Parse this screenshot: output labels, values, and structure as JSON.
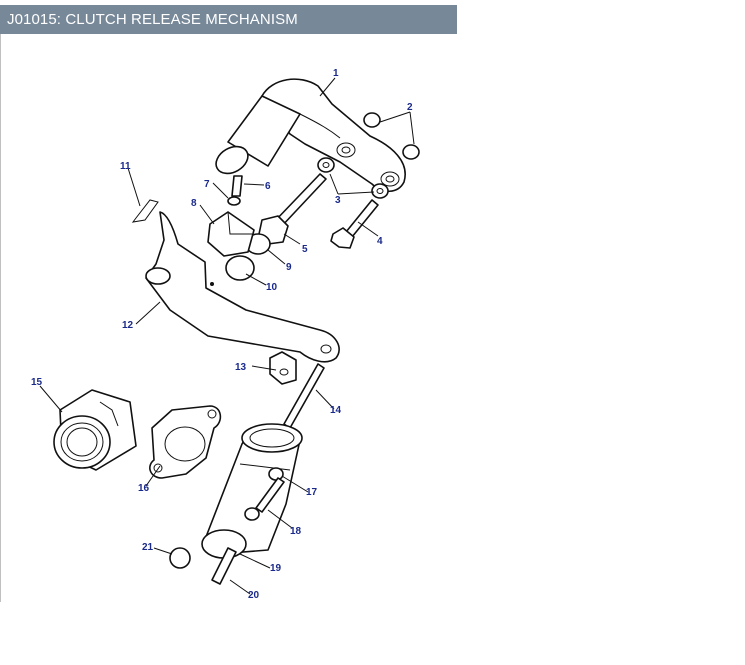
{
  "header": {
    "title": "J01015: CLUTCH RELEASE MECHANISM"
  },
  "callouts": {
    "c1": "1",
    "c2": "2",
    "c3": "3",
    "c4": "4",
    "c5": "5",
    "c6": "6",
    "c7": "7",
    "c8": "8",
    "c9": "9",
    "c10": "10",
    "c11": "11",
    "c12": "12",
    "c13": "13",
    "c14": "14",
    "c15": "15",
    "c16": "16",
    "c17": "17",
    "c18": "18",
    "c19": "19",
    "c20": "20",
    "c21": "21"
  }
}
